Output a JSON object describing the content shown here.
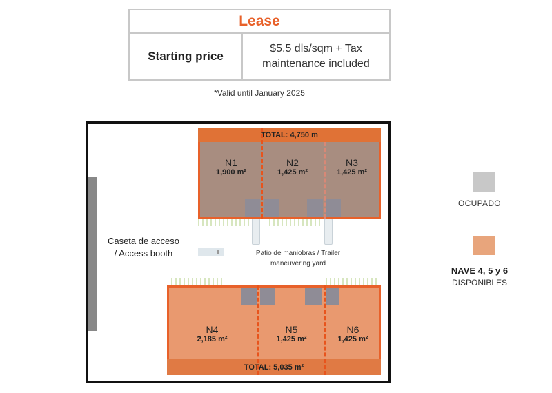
{
  "pricing": {
    "header": "Lease",
    "row_label": "Starting price",
    "value_line1": "$5.5 dls/sqm + Tax",
    "value_line2": "maintenance included",
    "note": "*Valid until January 2025"
  },
  "site_plan": {
    "access_booth_line1": "Caseta de acceso",
    "access_booth_line2": "/ Access booth",
    "yard_line1": "Patio de maniobras  / Trailer",
    "yard_line2": "maneuvering yard",
    "top_building": {
      "total": "TOTAL: 4,750 m",
      "status": "occupied",
      "units": [
        {
          "name": "N1",
          "area": "1,900 m²"
        },
        {
          "name": "N2",
          "area": "1,425 m²"
        },
        {
          "name": "N3",
          "area": "1,425 m²"
        }
      ]
    },
    "bottom_building": {
      "total": "TOTAL: 5,035 m²",
      "status": "available",
      "units": [
        {
          "name": "N4",
          "area": "2,185 m²"
        },
        {
          "name": "N5",
          "area": "1,425 m²"
        },
        {
          "name": "N6",
          "area": "1,425 m²"
        }
      ]
    }
  },
  "legend": {
    "occupied": {
      "label": "OCUPADO",
      "color": "#c8c8c8"
    },
    "available": {
      "label_bold": "NAVE 4, 5 y 6",
      "label": "DISPONIBLES",
      "color": "#e8a57c"
    }
  },
  "colors": {
    "accent": "#e8612a",
    "occupied_fill": "#a88d80",
    "available_fill": "#e9996f"
  }
}
